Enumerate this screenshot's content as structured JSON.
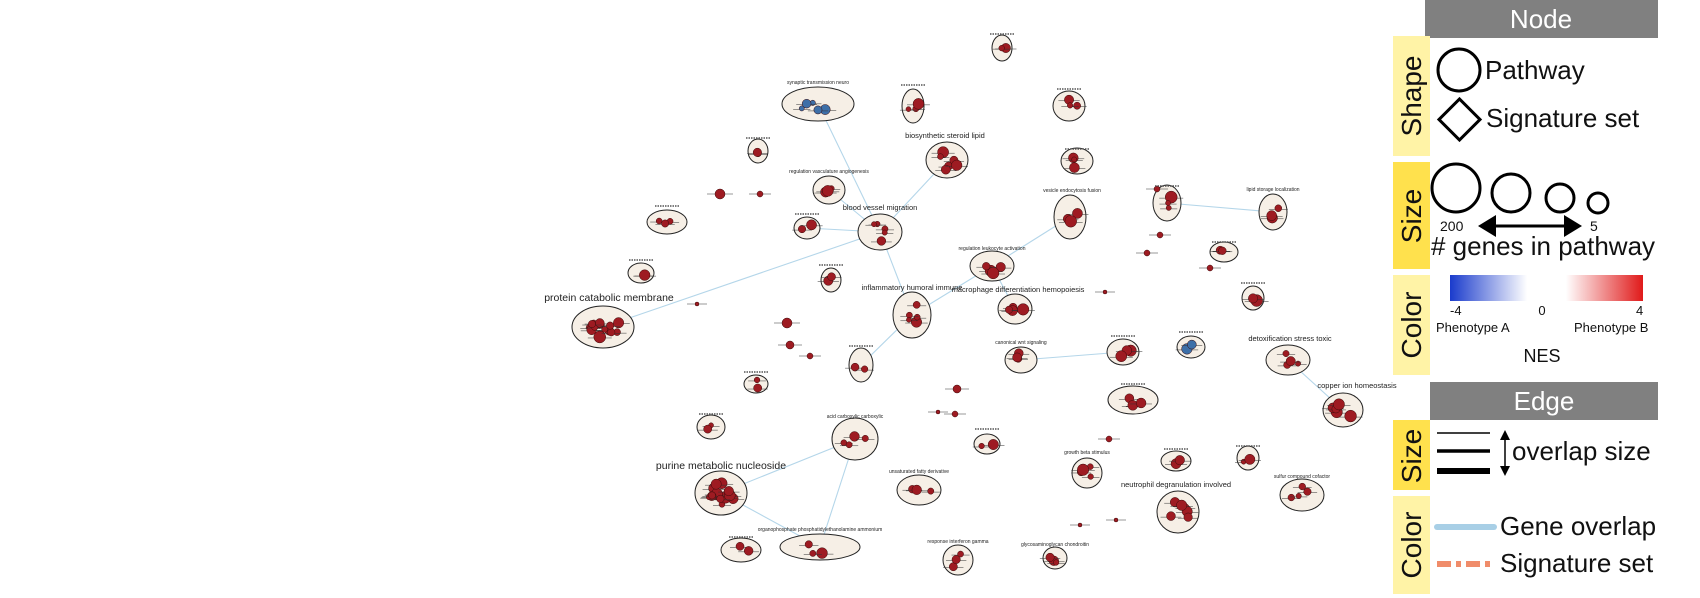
{
  "legend": {
    "node_header": "Node",
    "edge_header": "Edge",
    "shape_label": "Shape",
    "size_label": "Size",
    "color_label": "Color",
    "shape_pathway": "Pathway",
    "shape_signature": "Signature set",
    "size_max": "200",
    "size_min": "5",
    "size_caption": "# genes in pathway",
    "nes_min": "-4",
    "nes_mid": "0",
    "nes_max": "4",
    "phenotype_a": "Phenotype A",
    "phenotype_b": "Phenotype B",
    "nes_title": "NES",
    "overlap_size": "overlap size",
    "gene_overlap": "Gene overlap",
    "signature_set": "Signature set",
    "colors": {
      "header_bg": "#808080",
      "side_bg": "#fff3a6",
      "side_bg_dark": "#ffe14d",
      "nes_negative": "#1a3bcc",
      "nes_positive": "#e01a1a",
      "gene_overlap_edge": "#a8cfe6",
      "signature_edge": "#f08c6a"
    }
  },
  "clusters": [
    {
      "label": "protein catabolic membrane"
    },
    {
      "label": "purine metabolic nucleoside"
    },
    {
      "label": "biosynthetic steroid lipid"
    },
    {
      "label": "blood vessel migration"
    },
    {
      "label": "inflammatory humoral immune"
    },
    {
      "label": "macrophage differentiation hemopoiesis"
    },
    {
      "label": "detoxification stress toxic"
    },
    {
      "label": "copper ion homeostasis"
    },
    {
      "label": "neutrophil degranulation involved"
    },
    {
      "label": "acid carboxylic carboxylic"
    },
    {
      "label": "unsaturated fatty derivative"
    },
    {
      "label": "organophosphate phosphatidylethanolamine ammonium"
    },
    {
      "label": "synaptic transmission neuro"
    },
    {
      "label": "regulation vasculature angiogenesis"
    },
    {
      "label": "regulation leukocyte activation"
    },
    {
      "label": "vesicle endocytosis fusion"
    },
    {
      "label": "lipid storage localization"
    },
    {
      "label": "canonical wnt signaling"
    },
    {
      "label": "growth beta stimulus"
    },
    {
      "label": "sulfur compound cofactor"
    },
    {
      "label": "response interferon gamma"
    },
    {
      "label": "glycosaminoglycan chondroitin"
    }
  ]
}
